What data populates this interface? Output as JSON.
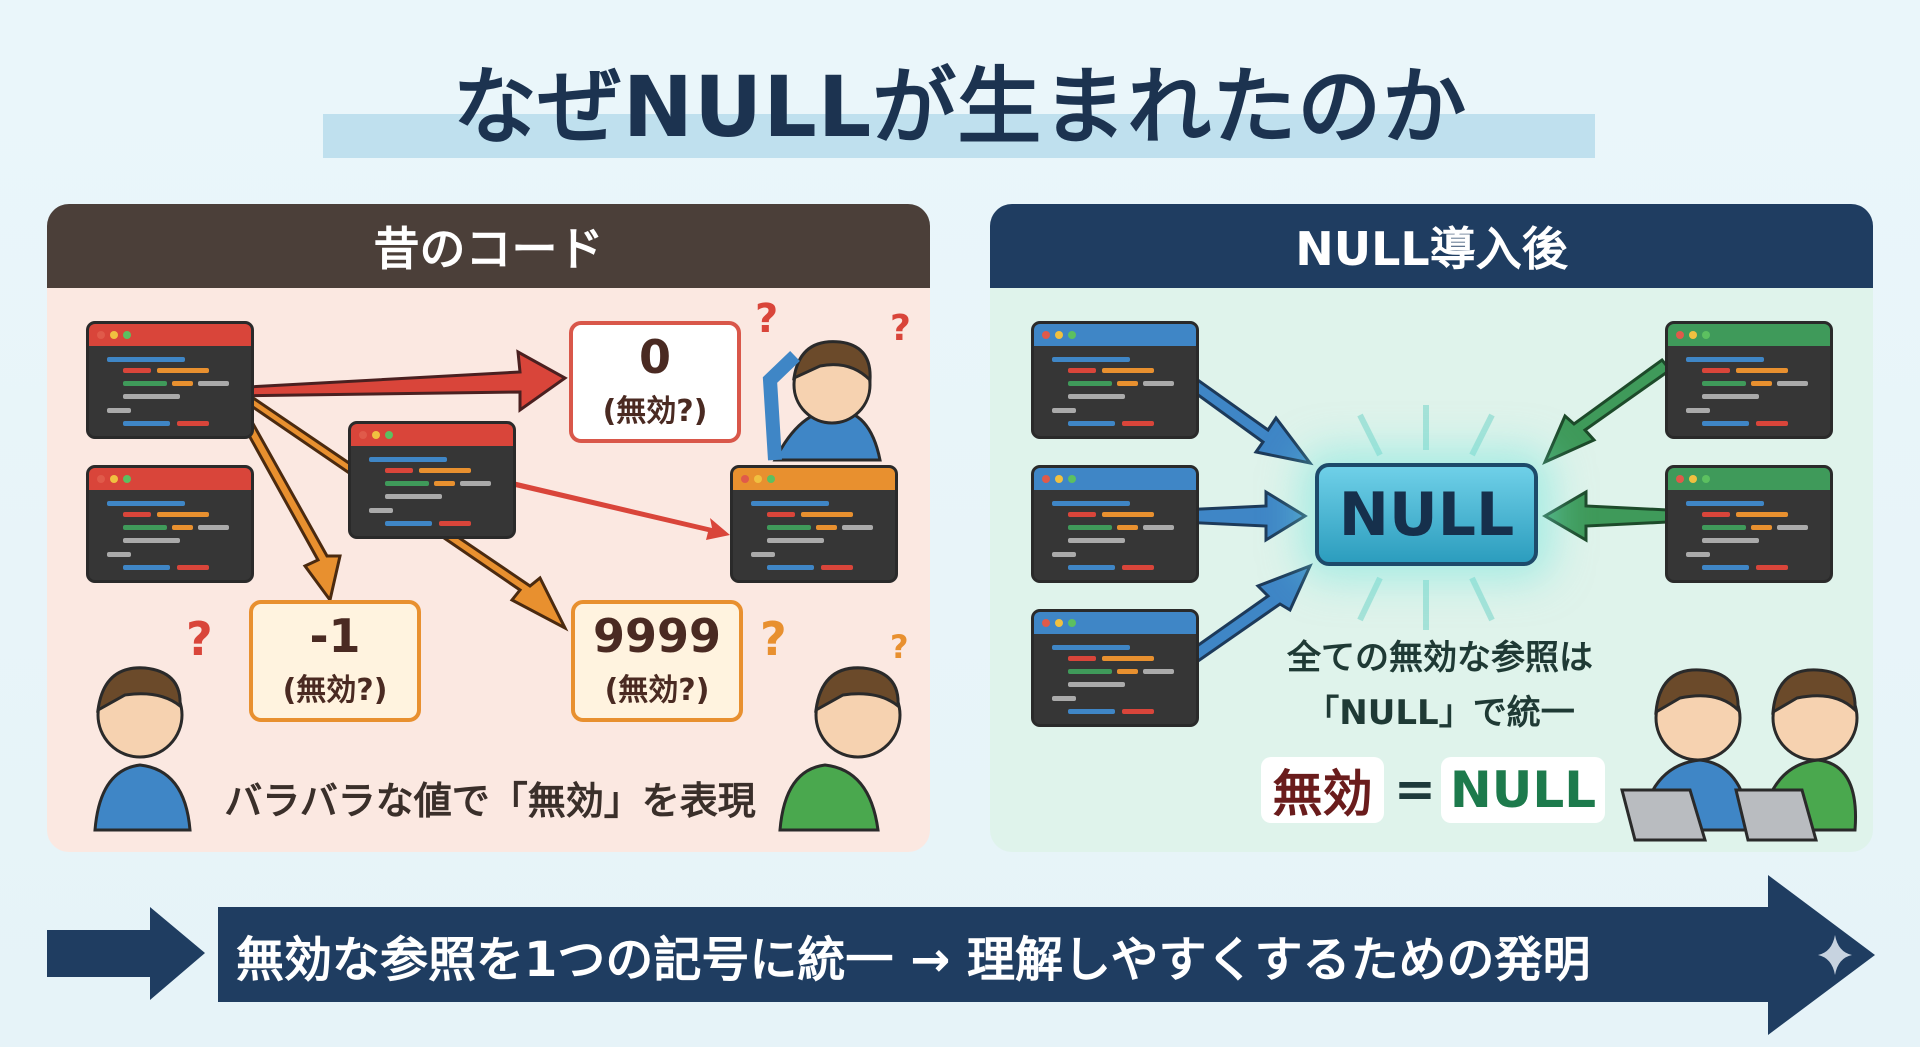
{
  "title": "なぜNULLが生まれたのか",
  "left_panel": {
    "header": "昔のコード",
    "values": [
      {
        "num": "0",
        "sub": "(無効?)"
      },
      {
        "num": "-1",
        "sub": "(無効?)"
      },
      {
        "num": "9999",
        "sub": "(無効?)"
      }
    ],
    "caption": "バラバラな値で「無効」を表現",
    "question_mark": "?"
  },
  "right_panel": {
    "header": "NULL導入後",
    "null_label": "NULL",
    "text_line1": "全ての無効な参照は",
    "text_line2": "「NULL」で統一",
    "equation": {
      "left": "無効",
      "sign": "=",
      "right": "NULL"
    }
  },
  "bottom_banner": "無効な参照を1つの記号に統一 → 理解しやすくするための発明",
  "colors": {
    "red": "#d9453a",
    "orange": "#e8902f",
    "blue": "#3f86c6",
    "green": "#3f9a5a",
    "navy": "#1f3d61",
    "brown": "#4b3f39"
  }
}
